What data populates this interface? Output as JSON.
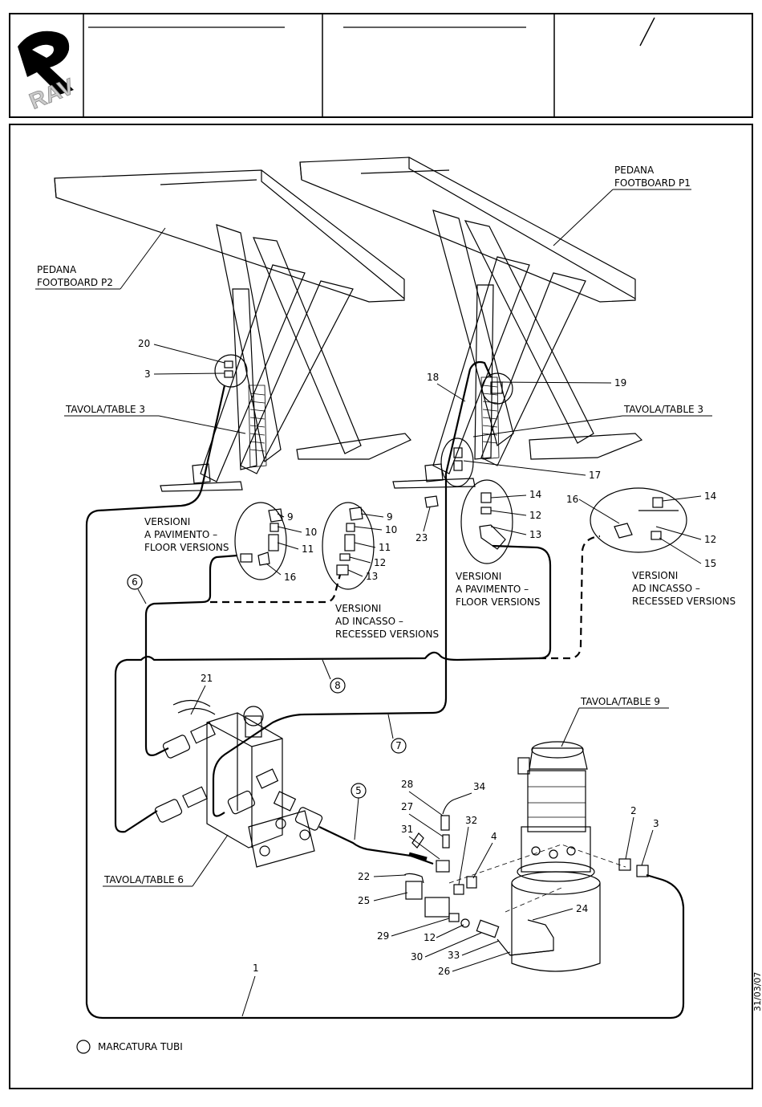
{
  "header": {
    "logo_text": "RAV",
    "sheet_mark": "/"
  },
  "date_stamp": "31/03/07",
  "labels": {
    "p2_it": "PEDANA",
    "p2_en": "FOOTBOARD P2",
    "p1_it": "PEDANA",
    "p1_en": "FOOTBOARD P1",
    "table3_left": "TAVOLA/TABLE 3",
    "table3_right": "TAVOLA/TABLE 3",
    "table6": "TAVOLA/TABLE 6",
    "table9": "TAVOLA/TABLE 9",
    "floor_left_1": "VERSIONI",
    "floor_left_2": "A PAVIMENTO –",
    "floor_left_3": "FLOOR VERSIONS",
    "recessed_mid_1": "VERSIONI",
    "recessed_mid_2": "AD INCASSO –",
    "recessed_mid_3": "RECESSED VERSIONS",
    "floor_right_1": "VERSIONI",
    "floor_right_2": "A PAVIMENTO –",
    "floor_right_3": "FLOOR VERSIONS",
    "recessed_right_1": "VERSIONI",
    "recessed_right_2": "AD INCASSO –",
    "recessed_right_3": "RECESSED VERSIONS",
    "legend": "MARCATURA TUBI"
  },
  "callouts": {
    "c20": "20",
    "c3a": "3",
    "c18": "18",
    "c19": "19",
    "c17": "17",
    "c23": "23",
    "c9a": "9",
    "c10a": "10",
    "c11a": "11",
    "c16a": "16",
    "c9b": "9",
    "c10b": "10",
    "c11b": "11",
    "c12a": "12",
    "c13a": "13",
    "c14a": "14",
    "c12b": "12",
    "c13b": "13",
    "c16b": "16",
    "c14b": "14",
    "c12c": "12",
    "c15": "15",
    "c21": "21",
    "c28": "28",
    "c34": "34",
    "c27": "27",
    "c31": "31",
    "c32": "32",
    "c4": "4",
    "c2": "2",
    "c3b": "3",
    "c22": "22",
    "c25": "25",
    "c24": "24",
    "c29": "29",
    "c12d": "12",
    "c30": "30",
    "c33": "33",
    "c26": "26",
    "c1": "1"
  },
  "pipe_marks": {
    "m6": "6",
    "m8": "8",
    "m7": "7",
    "m5": "5"
  }
}
